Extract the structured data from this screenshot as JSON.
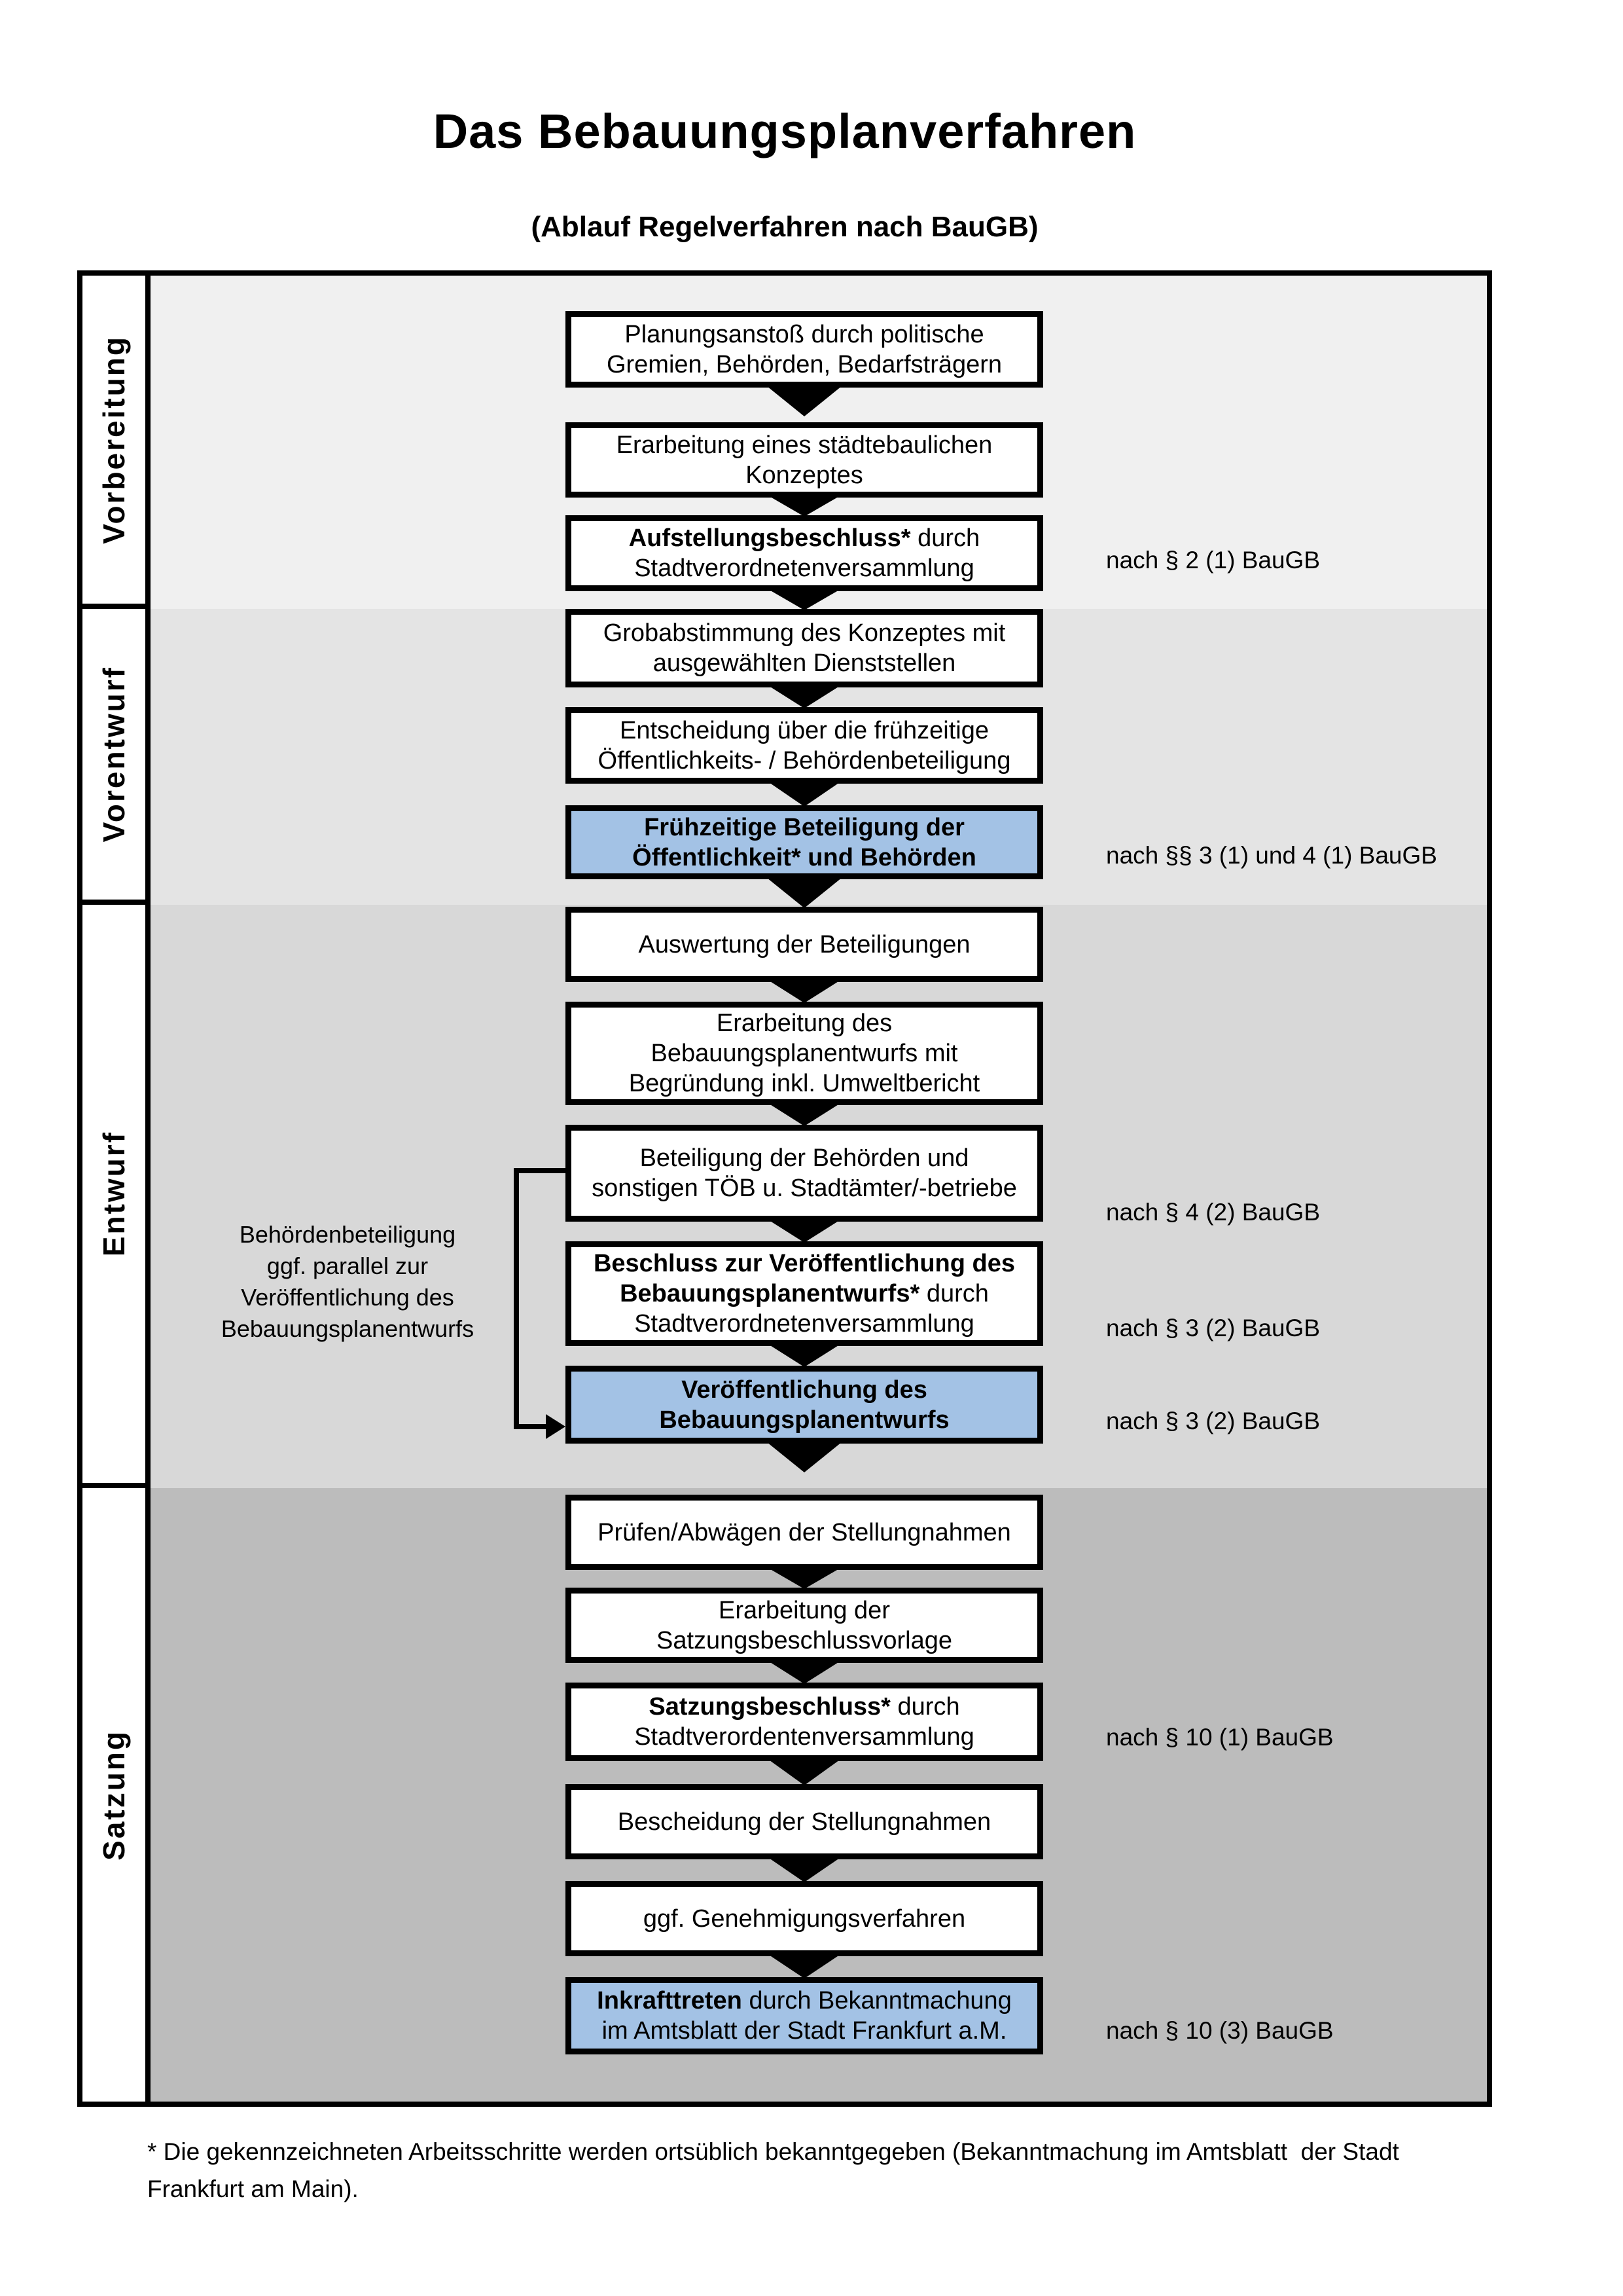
{
  "page": {
    "title": "Das Bebauungsplanverfahren",
    "subtitle": "(Ablauf Regelverfahren nach BauGB)",
    "footnote_line1": "* Die gekennzeichneten Arbeitsschritte werden ortsüblich bekanntgegeben (Bekanntmachung im Amtsblatt  der Stadt",
    "footnote_line2": "Frankfurt am Main)."
  },
  "colors": {
    "highlight_box": "#a3c2e5",
    "box_bg": "#ffffff",
    "box_border": "#000000",
    "arrow": "#000000"
  },
  "flow": {
    "sections": [
      {
        "id": "vorbereitung",
        "label": "Vorbereitung",
        "bg": "#f0f0f0"
      },
      {
        "id": "vorentwurf",
        "label": "Vorentwurf",
        "bg": "#e4e4e4"
      },
      {
        "id": "entwurf",
        "label": "Entwurf",
        "bg": "#d8d8d8"
      },
      {
        "id": "satzung",
        "label": "Satzung",
        "bg": "#bcbcbc"
      }
    ],
    "side_note_lines": [
      "Behördenbeteiligung",
      "ggf. parallel zur",
      "Veröffentlichung des",
      "Bebauungsplanentwurfs"
    ],
    "boxes": [
      {
        "section": 0,
        "highlight": false,
        "annotation": null,
        "lines": [
          [
            {
              "text": "Planungsanstoß durch politische",
              "bold": false
            }
          ],
          [
            {
              "text": "Gremien, Behörden, Bedarfsträgern",
              "bold": false
            }
          ]
        ]
      },
      {
        "section": 0,
        "highlight": false,
        "annotation": null,
        "lines": [
          [
            {
              "text": "Erarbeitung eines städtebaulichen",
              "bold": false
            }
          ],
          [
            {
              "text": "Konzeptes",
              "bold": false
            }
          ]
        ]
      },
      {
        "section": 0,
        "highlight": false,
        "annotation": "nach § 2 (1) BauGB",
        "lines": [
          [
            {
              "text": "Aufstellungsbeschluss*",
              "bold": true
            },
            {
              "text": " durch",
              "bold": false
            }
          ],
          [
            {
              "text": "Stadtverordnetenversammlung",
              "bold": false
            }
          ]
        ]
      },
      {
        "section": 1,
        "highlight": false,
        "annotation": null,
        "lines": [
          [
            {
              "text": "Grobabstimmung des Konzeptes mit",
              "bold": false
            }
          ],
          [
            {
              "text": "ausgewählten Dienststellen",
              "bold": false
            }
          ]
        ]
      },
      {
        "section": 1,
        "highlight": false,
        "annotation": null,
        "lines": [
          [
            {
              "text": "Entscheidung über die frühzeitige",
              "bold": false
            }
          ],
          [
            {
              "text": "Öffentlichkeits- / Behördenbeteiligung",
              "bold": false
            }
          ]
        ]
      },
      {
        "section": 1,
        "highlight": true,
        "annotation": "nach §§ 3 (1) und 4 (1) BauGB",
        "lines": [
          [
            {
              "text": "Frühzeitige Beteiligung der",
              "bold": true
            }
          ],
          [
            {
              "text": "Öffentlichkeit* und Behörden",
              "bold": true
            }
          ]
        ]
      },
      {
        "section": 2,
        "highlight": false,
        "annotation": null,
        "lines": [
          [
            {
              "text": "Auswertung der Beteiligungen",
              "bold": false
            }
          ]
        ]
      },
      {
        "section": 2,
        "highlight": false,
        "annotation": null,
        "lines": [
          [
            {
              "text": "Erarbeitung des",
              "bold": false
            }
          ],
          [
            {
              "text": "Bebauungsplanentwurfs mit",
              "bold": false
            }
          ],
          [
            {
              "text": "Begründung inkl. Umweltbericht",
              "bold": false
            }
          ]
        ]
      },
      {
        "section": 2,
        "highlight": false,
        "annotation": "nach § 4 (2) BauGB",
        "lines": [
          [
            {
              "text": "Beteiligung der Behörden und",
              "bold": false
            }
          ],
          [
            {
              "text": "sonstigen TÖB u. Stadtämter/-betriebe",
              "bold": false
            }
          ]
        ]
      },
      {
        "section": 2,
        "highlight": false,
        "annotation": "nach § 3 (2) BauGB",
        "lines": [
          [
            {
              "text": "Beschluss zur Veröffentlichung des",
              "bold": true
            }
          ],
          [
            {
              "text": "Bebauungsplanentwurfs*",
              "bold": true
            },
            {
              "text": " durch",
              "bold": false
            }
          ],
          [
            {
              "text": "Stadtverordnetenversammlung",
              "bold": false
            }
          ]
        ]
      },
      {
        "section": 2,
        "highlight": true,
        "annotation": "nach § 3 (2) BauGB",
        "lines": [
          [
            {
              "text": "Veröffentlichung des",
              "bold": true
            }
          ],
          [
            {
              "text": "Bebauungsplanentwurfs",
              "bold": true
            }
          ]
        ]
      },
      {
        "section": 3,
        "highlight": false,
        "annotation": null,
        "lines": [
          [
            {
              "text": "Prüfen/Abwägen der Stellungnahmen",
              "bold": false
            }
          ]
        ]
      },
      {
        "section": 3,
        "highlight": false,
        "annotation": null,
        "lines": [
          [
            {
              "text": "Erarbeitung der",
              "bold": false
            }
          ],
          [
            {
              "text": "Satzungsbeschlussvorlage",
              "bold": false
            }
          ]
        ]
      },
      {
        "section": 3,
        "highlight": false,
        "annotation": "nach § 10 (1) BauGB",
        "lines": [
          [
            {
              "text": "Satzungsbeschluss*",
              "bold": true
            },
            {
              "text": " durch",
              "bold": false
            }
          ],
          [
            {
              "text": "Stadtverordentenversammlung",
              "bold": false
            }
          ]
        ]
      },
      {
        "section": 3,
        "highlight": false,
        "annotation": null,
        "lines": [
          [
            {
              "text": "Bescheidung der Stellungnahmen",
              "bold": false
            }
          ]
        ]
      },
      {
        "section": 3,
        "highlight": false,
        "annotation": null,
        "lines": [
          [
            {
              "text": "ggf. Genehmigungsverfahren",
              "bold": false
            }
          ]
        ]
      },
      {
        "section": 3,
        "highlight": true,
        "annotation": "nach § 10 (3) BauGB",
        "lines": [
          [
            {
              "text": "Inkrafttreten",
              "bold": true
            },
            {
              "text": " durch Bekanntmachung",
              "bold": false
            }
          ],
          [
            {
              "text": "im Amtsblatt der Stadt Frankfurt a.M.",
              "bold": false
            }
          ]
        ]
      }
    ]
  }
}
